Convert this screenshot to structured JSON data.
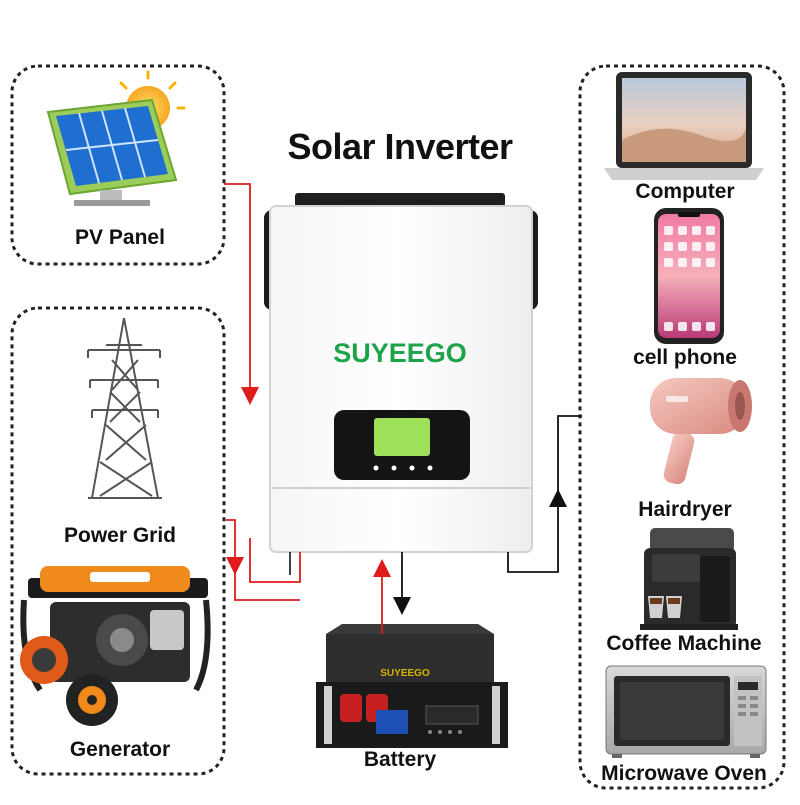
{
  "title": "Solar Inverter",
  "sources": {
    "pv_panel": "PV Panel",
    "power_grid": "Power Grid",
    "generator": "Generator"
  },
  "inverter": {
    "brand": "SUYEEGO"
  },
  "battery": {
    "label": "Battery",
    "brand": "SUYEEGO"
  },
  "loads": {
    "computer": "Computer",
    "cell_phone": "cell phone",
    "hairdryer": "Hairdryer",
    "coffee_machine": "Coffee Machine",
    "microwave_oven": "Microwave Oven"
  },
  "colors": {
    "input_line": "#e01b1b",
    "output_line": "#111111",
    "brand_green": "#1ea34a",
    "generator_orange": "#f08a1c",
    "screen_green": "#9ee05a"
  }
}
